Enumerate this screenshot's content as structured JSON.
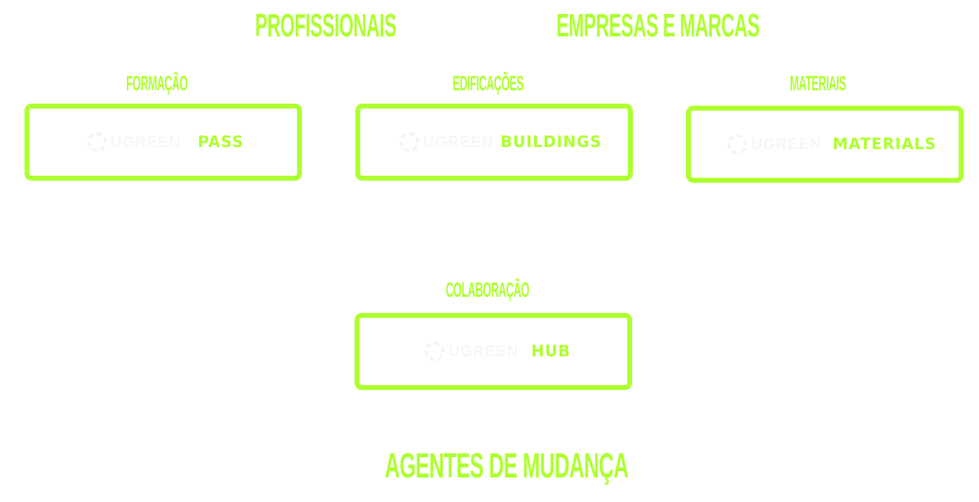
{
  "headers": {
    "professionals": "PROFISSIONAIS",
    "companies": "EMPRESAS E MARCAS",
    "agents": "AGENTES DE MUDANÇA"
  },
  "sections": [
    {
      "title": "FORMAÇÃO",
      "brand": "UGREEN",
      "product": "PASS"
    },
    {
      "title": "EDIFICAÇÕES",
      "brand": "UGREEN",
      "product": "BUILDINGS"
    },
    {
      "title": "MATERIAIS",
      "brand": "UGREEN",
      "product": "MATERIALS"
    },
    {
      "title": "COLABORAÇÃO",
      "brand": "UGREEN",
      "product": "HUB"
    }
  ],
  "colors": {
    "accent": "#adff2f",
    "background": "#ffffff"
  }
}
